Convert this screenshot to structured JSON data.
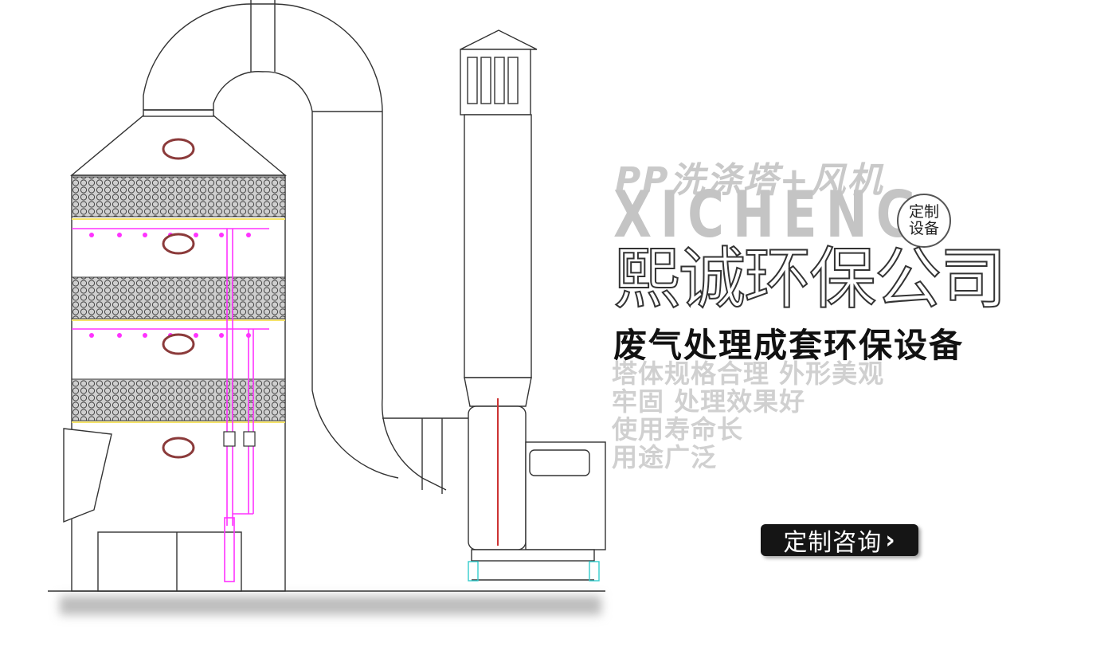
{
  "heading": {
    "product": "PP洗涤塔+风机",
    "brand": "XICHENG",
    "badge_line1": "定制",
    "badge_line2": "设备",
    "company": "熙诚环保公司",
    "tagline": "废气处理成套环保设备"
  },
  "features": [
    "塔体规格合理  外形美观",
    "牢固  处理效果好",
    "使用寿命长",
    "用途广泛"
  ],
  "cta": {
    "label": "定制咨询",
    "icon": "chevron-right-icon"
  },
  "colors": {
    "line": "#333333",
    "pipe": "#ff33ff",
    "packing_fill": "#bdbdbd",
    "accent_yellow": "#f5e36a",
    "accent_cyan": "#33cccc",
    "port_ring": "#8b3a3a",
    "button_bg": "#151515"
  }
}
